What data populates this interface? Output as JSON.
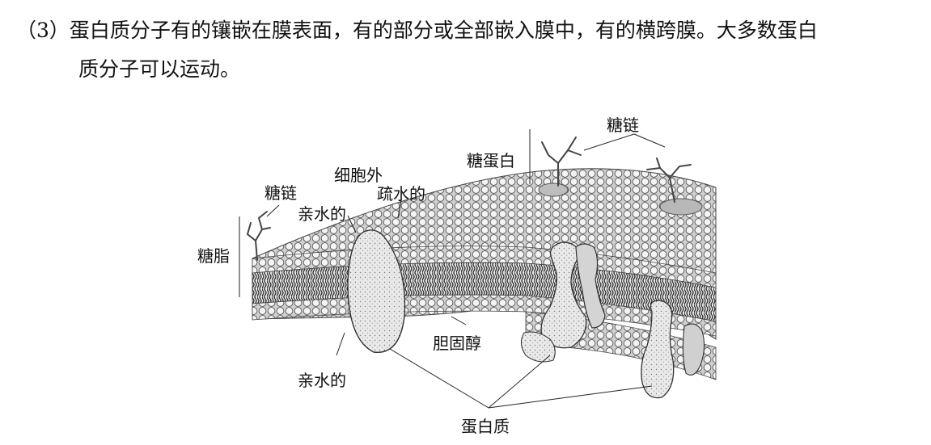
{
  "text": {
    "line1": "（3）蛋白质分子有的镶嵌在膜表面，有的部分或全部嵌入膜中，有的横跨膜。大多数蛋白",
    "line2": "质分子可以运动。"
  },
  "figure": {
    "labels": {
      "sugar_chain_top": "糖链",
      "glycoprotein": "糖蛋白",
      "extracellular": "细胞外",
      "sugar_chain_left": "糖链",
      "hydrophobic": "疏水的",
      "hydrophilic_top": "亲水的",
      "glycolipid": "糖脂",
      "cholesterol": "胆固醇",
      "hydrophilic_bottom": "亲水的",
      "protein": "蛋白质"
    }
  }
}
